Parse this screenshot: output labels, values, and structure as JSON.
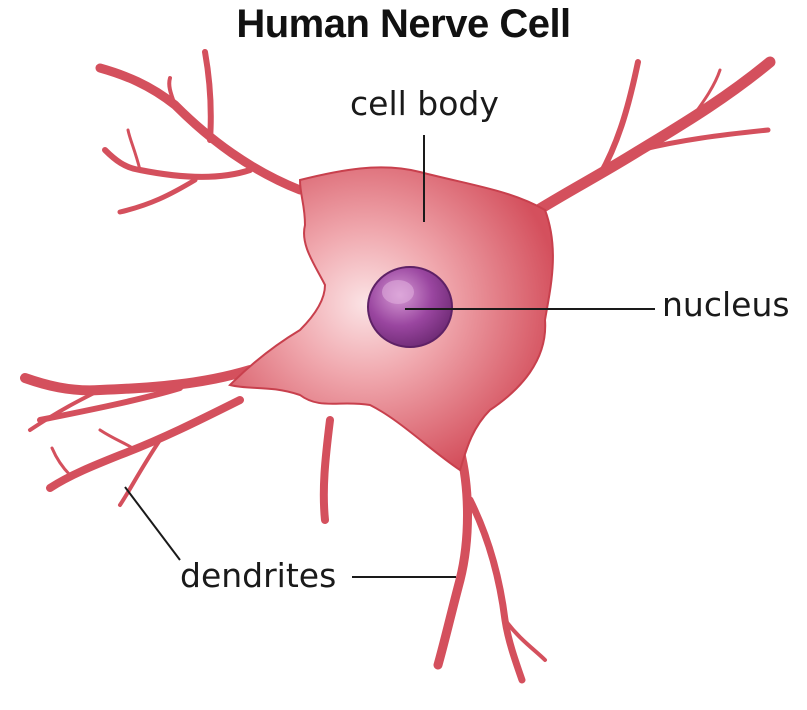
{
  "title": "Human Nerve Cell",
  "labels": {
    "cell_body": "cell body",
    "nucleus": "nucleus",
    "dendrites": "dendrites"
  },
  "colors": {
    "cell": "#d64f5c",
    "cell_light": "#f4b6bb",
    "cell_dark": "#b8323f",
    "nucleus": "#8e3a8f",
    "nucleus_light": "#c882c6",
    "leader_line": "#1a1a1a"
  }
}
